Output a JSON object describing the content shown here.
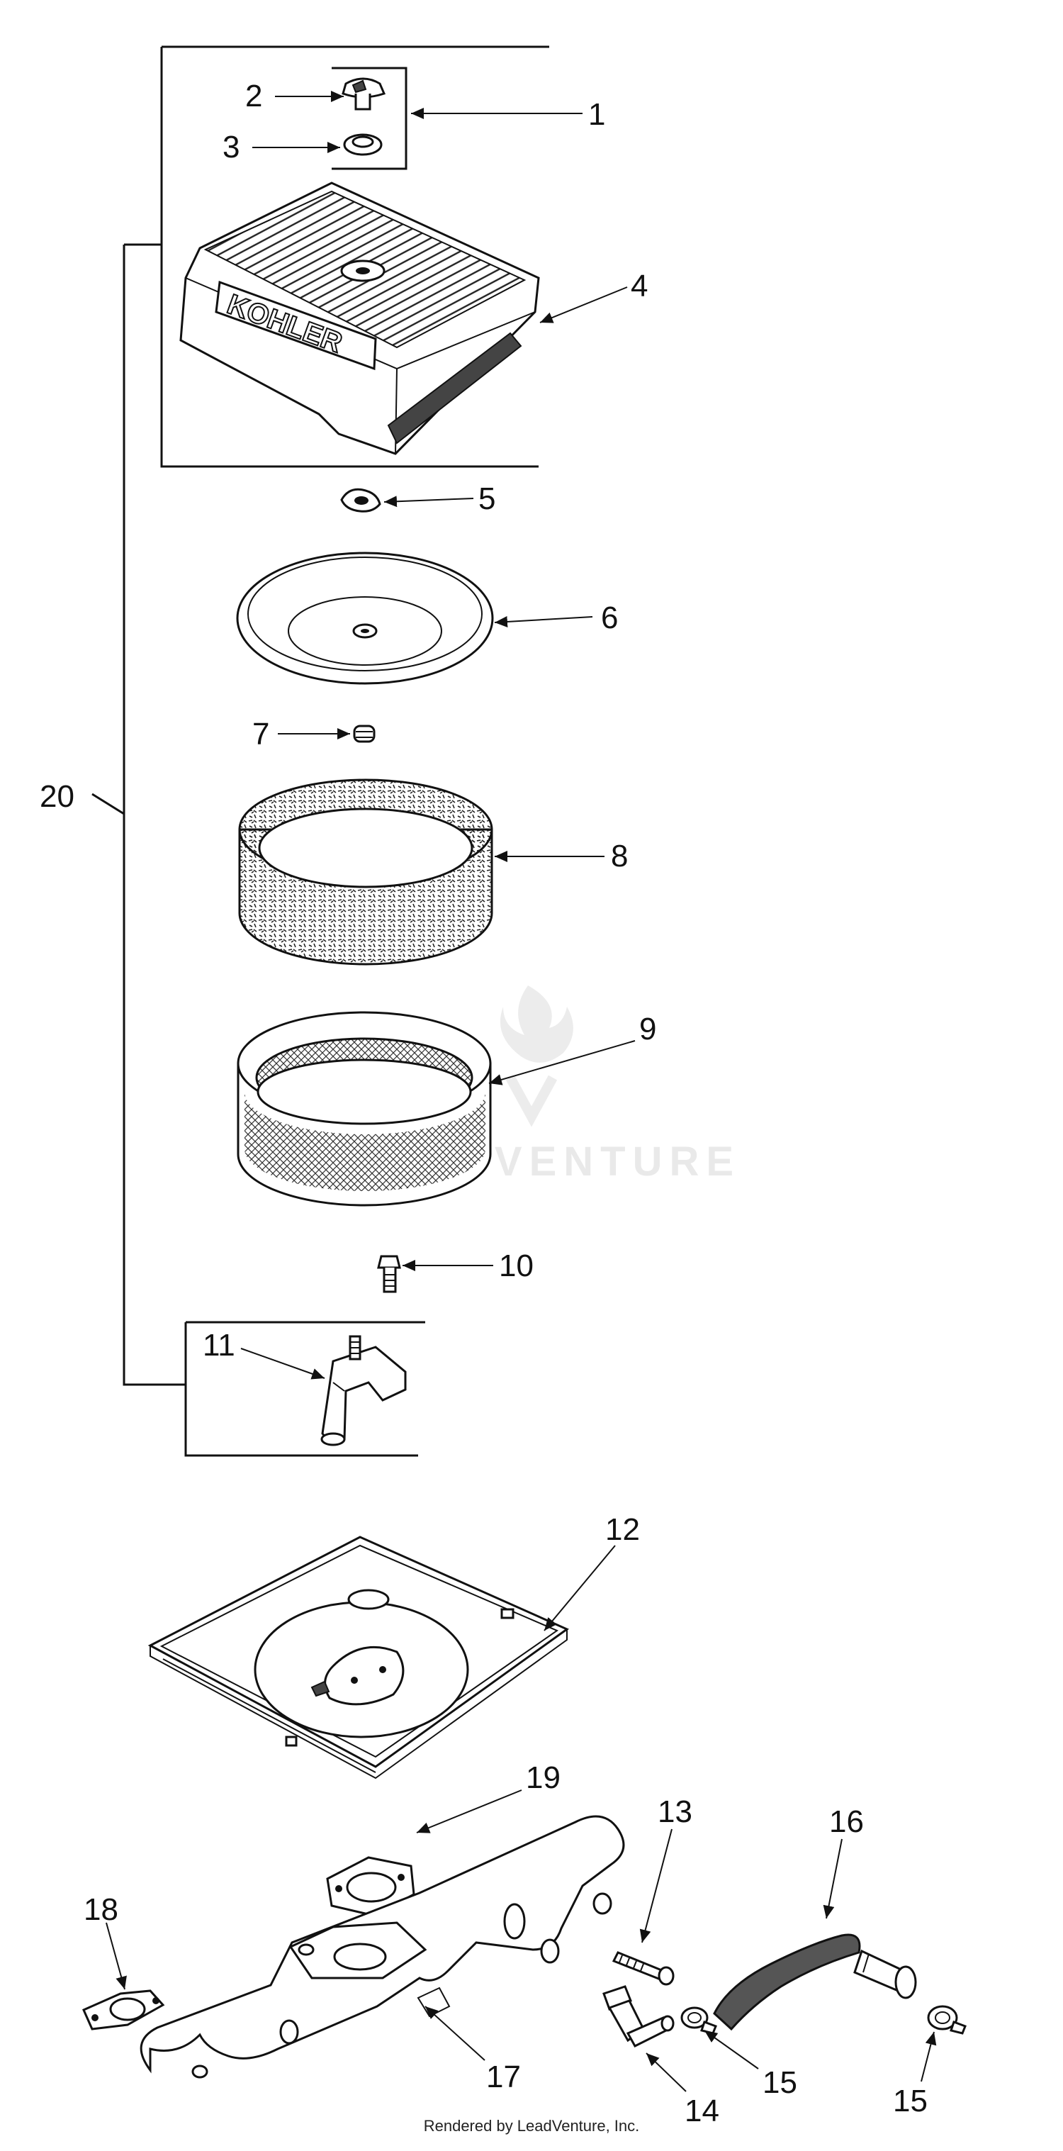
{
  "footer": {
    "text": "Rendered by LeadVenture, Inc."
  },
  "branding": {
    "cover_logo": "KOHLER",
    "watermark": "LEADVENTURE"
  },
  "callouts": {
    "c1": "1",
    "c2": "2",
    "c3": "3",
    "c4": "4",
    "c5": "5",
    "c6": "6",
    "c7": "7",
    "c8": "8",
    "c9": "9",
    "c10": "10",
    "c11": "11",
    "c12": "12",
    "c13": "13",
    "c14": "14",
    "c15a": "15",
    "c15b": "15",
    "c16": "16",
    "c17": "17",
    "c18": "18",
    "c19": "19",
    "c20": "20"
  },
  "colors": {
    "line": "#111111",
    "background": "#ffffff",
    "watermark": "#e9e9e9"
  }
}
